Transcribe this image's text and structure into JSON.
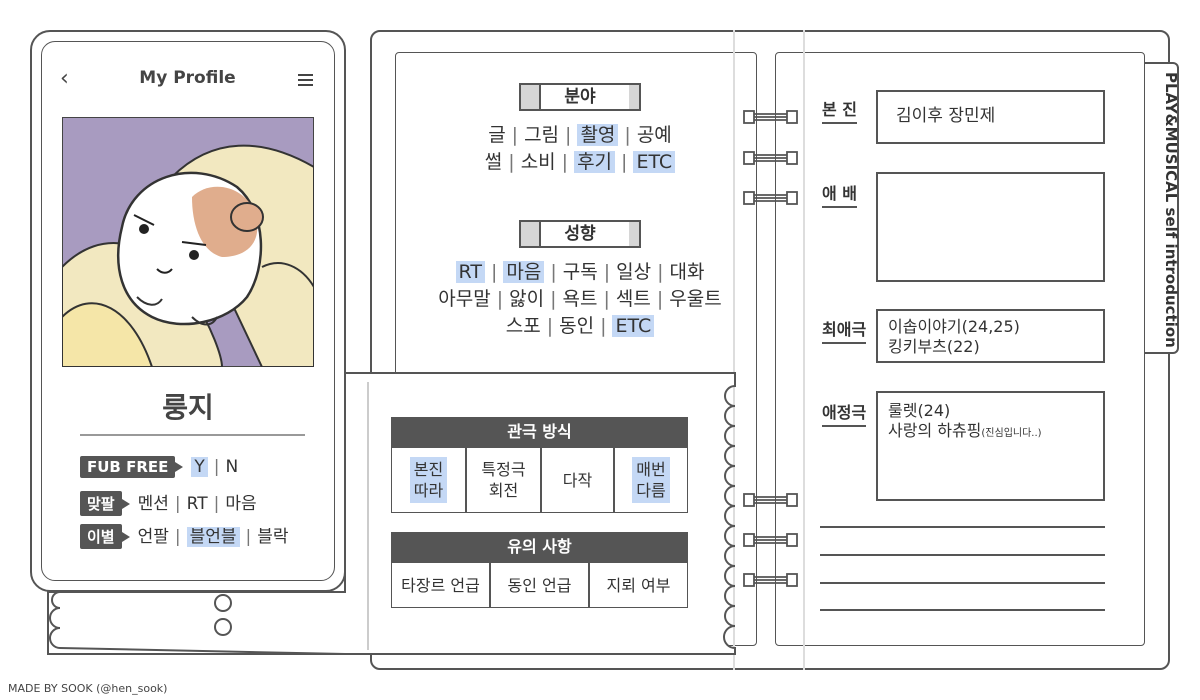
{
  "phone": {
    "back_icon": "chevron-left-icon",
    "title": "My Profile",
    "menu_icon": "hamburger-menu-icon",
    "name": "룽지",
    "rows": [
      {
        "chip": "FUB FREE",
        "items": [
          {
            "t": "Y",
            "hl": true
          },
          {
            "t": "N",
            "hl": false
          }
        ]
      },
      {
        "chip": "맞팔",
        "items": [
          {
            "t": "멘션",
            "hl": false
          },
          {
            "t": "RT",
            "hl": false
          },
          {
            "t": "마음",
            "hl": false
          }
        ]
      },
      {
        "chip": "이별",
        "items": [
          {
            "t": "언팔",
            "hl": false
          },
          {
            "t": "블언블",
            "hl": true
          },
          {
            "t": "블락",
            "hl": false
          }
        ]
      }
    ]
  },
  "field": {
    "title": "분야",
    "line1": [
      {
        "t": "글",
        "hl": false
      },
      {
        "t": "그림",
        "hl": false
      },
      {
        "t": "촬영",
        "hl": true
      },
      {
        "t": "공예",
        "hl": false
      }
    ],
    "line2": [
      {
        "t": "썰",
        "hl": false
      },
      {
        "t": "소비",
        "hl": false
      },
      {
        "t": "후기",
        "hl": true
      },
      {
        "t": "ETC",
        "hl": true
      }
    ]
  },
  "tendency": {
    "title": "성향",
    "line1": [
      {
        "t": "RT",
        "hl": true
      },
      {
        "t": "마음",
        "hl": true
      },
      {
        "t": "구독",
        "hl": false
      },
      {
        "t": "일상",
        "hl": false
      },
      {
        "t": "대화",
        "hl": false
      }
    ],
    "line2": [
      {
        "t": "아무말",
        "hl": false
      },
      {
        "t": "앓이",
        "hl": false
      },
      {
        "t": "욕트",
        "hl": false
      },
      {
        "t": "섹트",
        "hl": false
      },
      {
        "t": "우울트",
        "hl": false
      }
    ],
    "line3": [
      {
        "t": "스포",
        "hl": false
      },
      {
        "t": "동인",
        "hl": false
      },
      {
        "t": "ETC",
        "hl": true
      }
    ]
  },
  "viewing": {
    "title": "관극 방식",
    "cells": [
      {
        "t": "본진\n따라",
        "hl": true
      },
      {
        "t": "특정극\n회전",
        "hl": false
      },
      {
        "t": "다작",
        "hl": false
      },
      {
        "t": "매번\n다름",
        "hl": true
      }
    ]
  },
  "caution": {
    "title": "유의 사항",
    "cells": [
      "타장르 언급",
      "동인 언급",
      "지뢰 여부"
    ]
  },
  "right_page": {
    "tab": "PLAY&MUSICAL self introduction",
    "main_label": "본 진",
    "main_value": "김이후 장민제",
    "fav_actor_label": "애 배",
    "fav_actor_value": "",
    "fav_show_label": "최애극",
    "fav_show_lines": [
      "이솝이야기(24,25)",
      "킹키부츠(22)"
    ],
    "love_show_label": "애정극",
    "love_show_line1": "룰렛(24)",
    "love_show_line2_main": "사랑의 하츄핑",
    "love_show_line2_small": "(진심입니다..)"
  },
  "credit": "MADE BY SOOK (@hen_sook)",
  "colors": {
    "highlight": "#c4d8f5",
    "dark": "#555555",
    "hamster_bg": "#a89bc0",
    "blanket": "#f2e8c0"
  }
}
